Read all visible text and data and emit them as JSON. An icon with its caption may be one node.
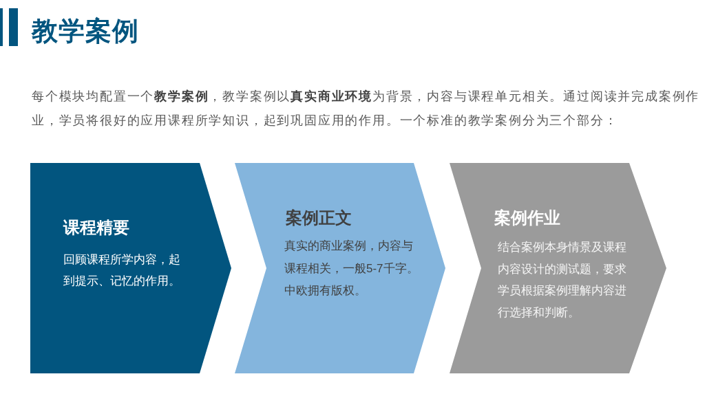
{
  "diagram": {
    "title": "教学案例",
    "nodes": [
      {
        "text": [
          "课程精要",
          "回顾课程所学内容，起到提示、记忆的作用。"
        ]
      },
      {
        "text": [
          "案例正文",
          "真实的商业案例，内容与课程相关，一般5-7千字。中欧拥有版权。"
        ]
      },
      {
        "text": [
          "案例作业",
          "结合案例本身情景及课程内容设计的测试题，要求学员根据案例理解内容进行选择和判断。"
        ]
      }
    ],
    "labels": [
      "每个模块均配置一个**教学案例**，教学案例以**真实商业环境**为背景，内容与课程单元相关。通过阅读并完成案例作业，学员将很好的应用课程所学知识，起到巩固应用的作用。一个标准的教学案例分为三个部分："
    ]
  }
}
